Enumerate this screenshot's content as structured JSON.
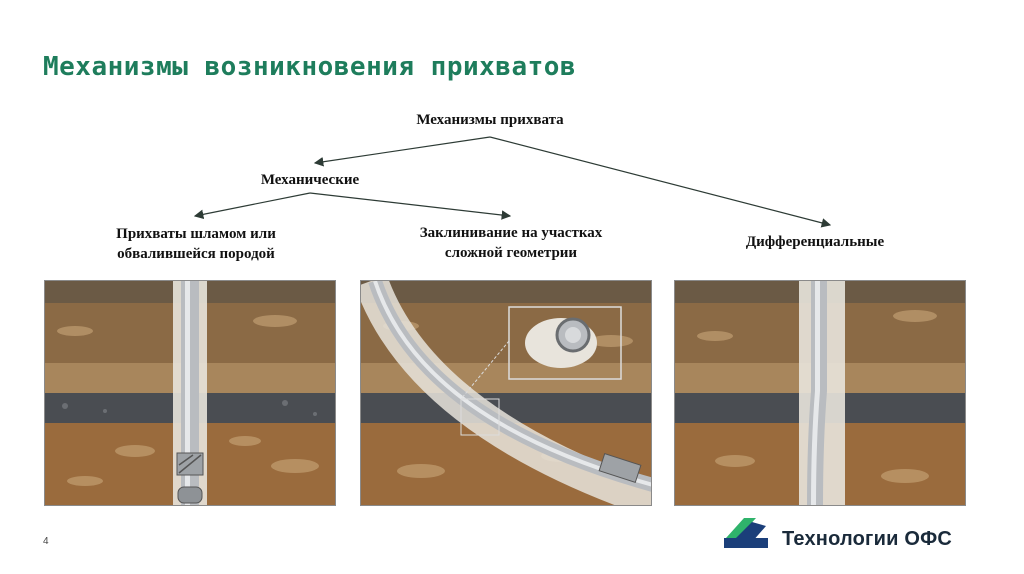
{
  "slide": {
    "title": "Механизмы возникновения прихватов",
    "page_number": "4"
  },
  "tree": {
    "root": "Механизмы прихвата",
    "mechanical": "Механические",
    "leaves": [
      {
        "line1": "Прихваты шламом или",
        "line2": "обвалившейся породой"
      },
      {
        "line1": "Заклинивание на участках",
        "line2": "сложной геометрии"
      },
      {
        "line1": "Дифференциальные",
        "line2": ""
      }
    ]
  },
  "logo": {
    "text": "Технологии ОФС",
    "colors": {
      "green": "#2fb36b",
      "navy": "#1b3f7a"
    }
  },
  "colors": {
    "title": "#1e7d5c",
    "arrow": "#2d3b35"
  }
}
